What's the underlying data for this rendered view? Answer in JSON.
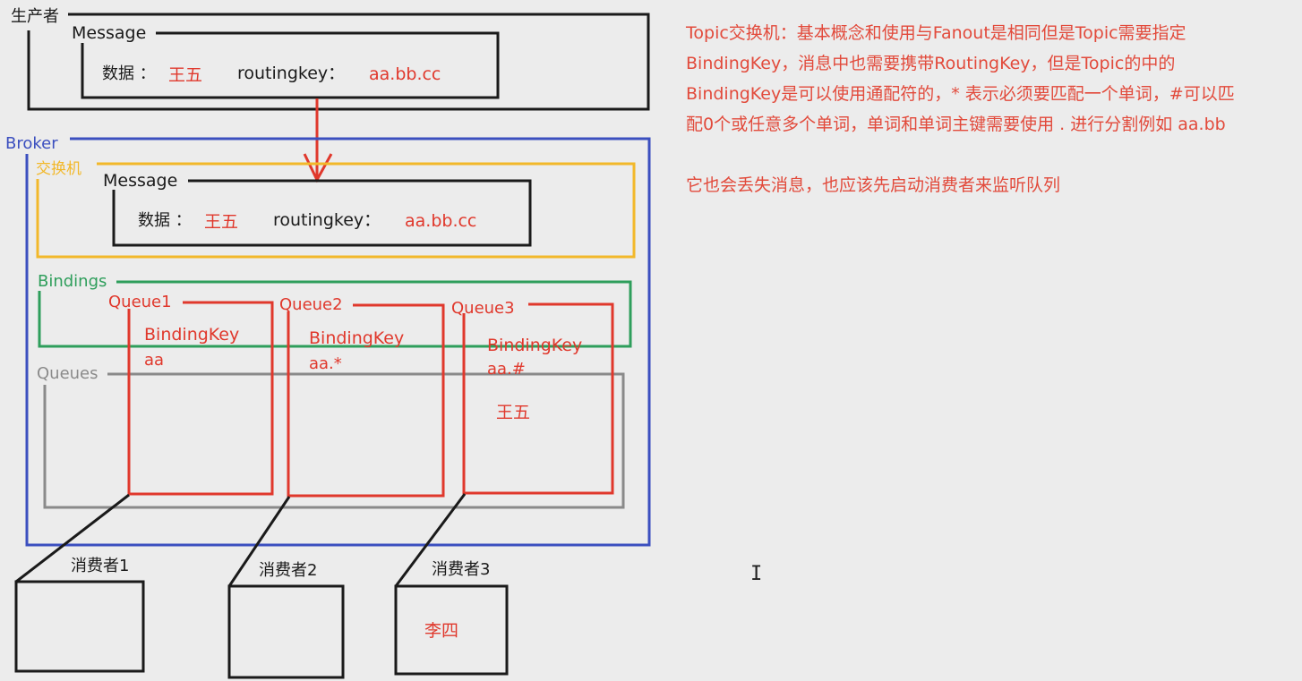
{
  "producer": {
    "label": "生产者",
    "message": {
      "title": "Message",
      "data_label": "数据 ：",
      "data_value": "王五",
      "key_label": "routingkey：",
      "key_value": "aa.bb.cc"
    }
  },
  "broker": {
    "label": "Broker",
    "exchange": {
      "label": "交换机",
      "message": {
        "title": "Message",
        "data_label": "数据 ：",
        "data_value": "王五",
        "key_label": "routingkey：",
        "key_value": "aa.bb.cc"
      }
    },
    "bindings_label": "Bindings",
    "queues_label": "Queues",
    "queues": [
      {
        "name": "Queue1",
        "binding_label": "BindingKey",
        "binding_key": "aa",
        "content": ""
      },
      {
        "name": "Queue2",
        "binding_label": "BindingKey",
        "binding_key": "aa.*",
        "content": ""
      },
      {
        "name": "Queue3",
        "binding_label": "BindingKey",
        "binding_key": "aa.#",
        "content": "王五"
      }
    ]
  },
  "consumers": [
    {
      "label": "消费者1",
      "content": ""
    },
    {
      "label": "消费者2",
      "content": ""
    },
    {
      "label": "消费者3",
      "content": "李四"
    }
  ],
  "notes": [
    "Topic交换机：基本概念和使用与Fanout是相同但是Topic需要指定",
    "BindingKey，消息中也需要携带RoutingKey，但是Topic的中的",
    "BindingKey是可以使用通配符的，* 表示必须要匹配一个单词，#可以匹",
    "配0个或任意多个单词，单词和单词主键需要使用 . 进行分割例如 aa.bb",
    "它也会丢失消息，也应该先启动消费者来监听队列"
  ],
  "cursor_glyph": "I",
  "colors": {
    "black": "#1a1a1a",
    "red": "#e0382c",
    "blue": "#3b4fbf",
    "yellow": "#f2b82a",
    "green": "#2e9e5b",
    "gray": "#8a8a8a",
    "note_text": "#e24a3b"
  }
}
